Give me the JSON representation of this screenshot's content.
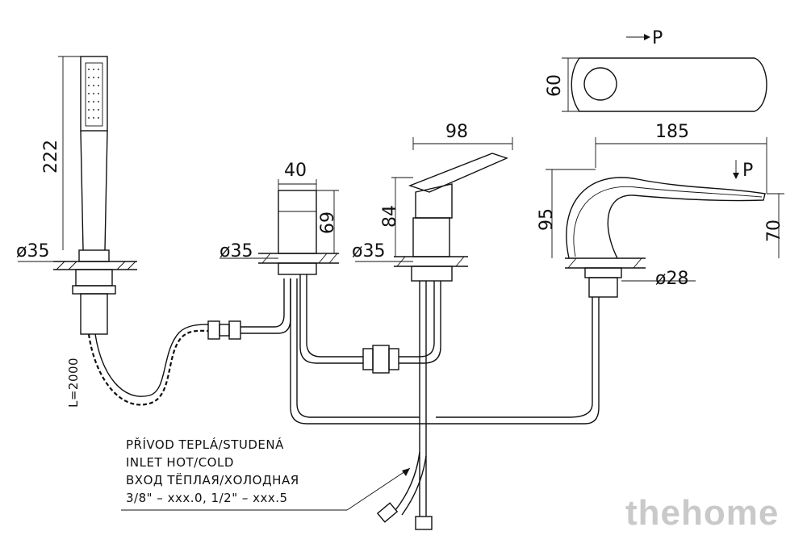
{
  "dimensions": {
    "shower_height": "222",
    "shower_dia": "ø35",
    "hose_length": "L=2000",
    "diverter_width": "40",
    "diverter_height": "69",
    "diverter_dia": "ø35",
    "mixer_width": "98",
    "mixer_height": "84",
    "mixer_dia": "ø35",
    "spout_length": "185",
    "spout_height": "95",
    "spout_outlet_height": "70",
    "spout_dia": "ø28",
    "plate_height": "60",
    "arrow_p_top": "P",
    "arrow_p_spout": "P"
  },
  "note": {
    "line1": "PŘÍVOD TEPLÁ/STUDENÁ",
    "line2": "INLET HOT/COLD",
    "line3": "ВХОД ТЁПЛАЯ/ХОЛОДНАЯ",
    "line4": "3/8\" – xxx.0, 1/2\" – xxx.5"
  },
  "watermark": "thehome",
  "colors": {
    "line": "#111111",
    "watermark": "#c9c9c9"
  }
}
